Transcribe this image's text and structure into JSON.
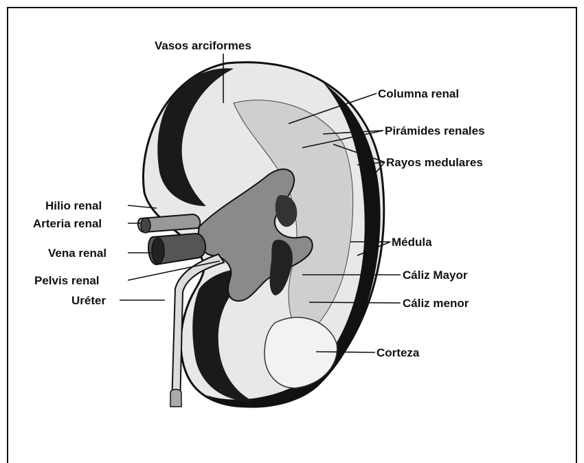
{
  "figure": {
    "labels": {
      "vasos_arciformes": "Vasos arciformes",
      "columna_renal": "Columna renal",
      "piramides_renales": "Pirámides renales",
      "rayos_medulares": "Rayos medulares",
      "hilio_renal": "Hilio renal",
      "arteria_renal": "Arteria renal",
      "vena_renal": "Vena renal",
      "medula": "Médula",
      "caliz_mayor": "Cáliz Mayor",
      "pelvis_renal": "Pelvis renal",
      "ureter": "Uréter",
      "caliz_menor": "Cáliz menor",
      "corteza": "Corteza"
    }
  }
}
